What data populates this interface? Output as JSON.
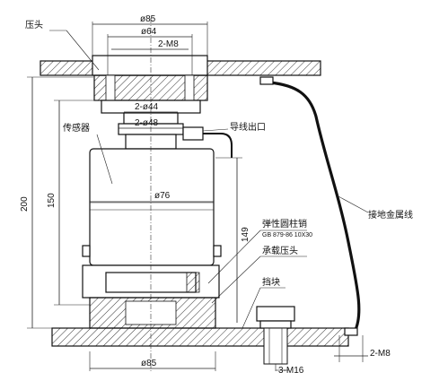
{
  "labels": {
    "press_head": "压头",
    "sensor": "传感器",
    "cable_outlet": "导线出口",
    "ground_wire": "接地金属线",
    "elastic_pin": "弹性圆柱销",
    "pin_standard": "GB 879-86  10X30",
    "bearing_head": "承载压头",
    "stop_block": "挡块"
  },
  "dimensions": {
    "d85_top": "ø85",
    "d64": "ø64",
    "m8_top": "2-M8",
    "d44": "2-ø44",
    "d48": "2-ø48",
    "d76": "ø76",
    "h150": "150",
    "h200": "200",
    "h149": "149",
    "d85_bottom": "ø85",
    "m16": "3-M16",
    "m8_right": "2-M8"
  }
}
